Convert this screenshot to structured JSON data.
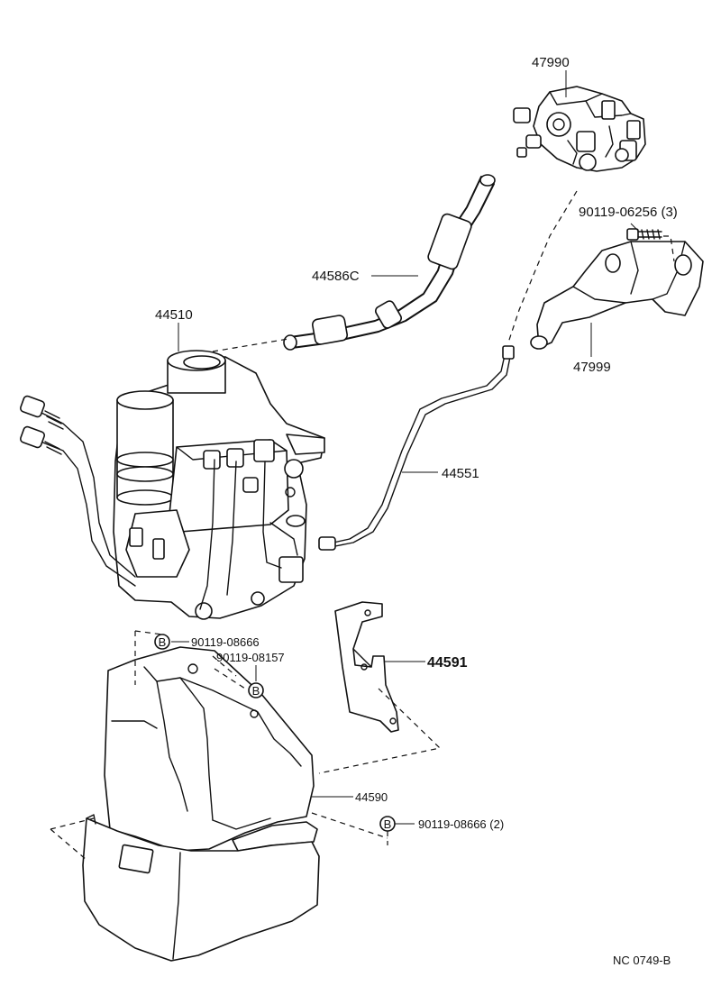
{
  "labels": {
    "p47990": "47990",
    "p90119_06256": "90119-06256 (3)",
    "p44586c": "44586C",
    "p47999": "47999",
    "p44510": "44510",
    "p44551": "44551",
    "p90119_08666_a": "90119-08666",
    "p90119_08157": "90119-08157",
    "p44591": "44591",
    "p44590": "44590",
    "p90119_08666_2": "90119-08666 (2)",
    "diagram_code": "NC 0749-B"
  },
  "badges": {
    "b1": "B",
    "b2": "B",
    "b3": "B"
  }
}
